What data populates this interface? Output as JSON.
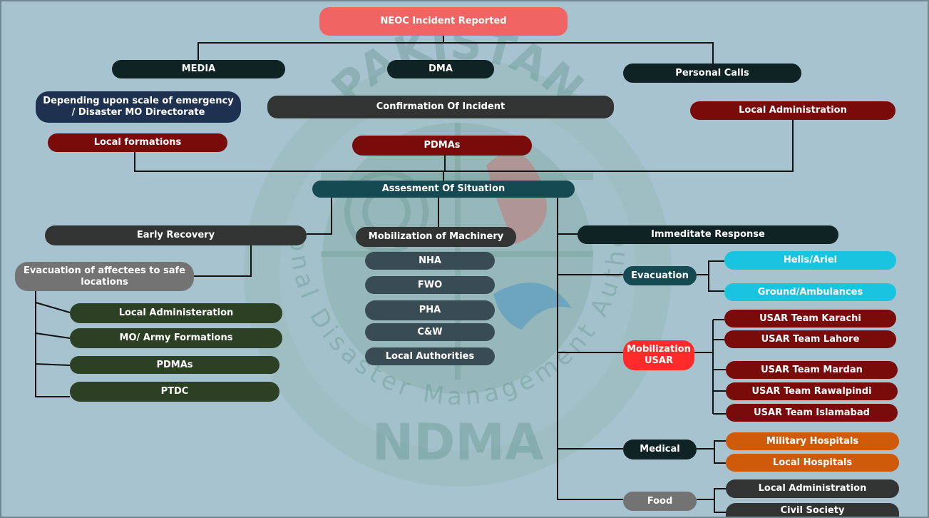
{
  "watermark": {
    "top_text": "PAKISTAN",
    "ring_text": "National Disaster Management Authority",
    "bottom_text": "NDMA"
  },
  "colors": {
    "background": "#a7c3cf",
    "incident": "#f06464",
    "media_row": "#0f2224",
    "maroon": "#7a0b0b",
    "assessment": "#154a52",
    "machinery": "#394c54",
    "recovery_items": "#2c4023",
    "helis": "#18c4e0",
    "usar_label": "#ff2a2a",
    "hospitals": "#cf5a09"
  },
  "diagram": {
    "root": "NEOC Incident Reported",
    "sources": {
      "media": "MEDIA",
      "dma": "DMA",
      "personal_calls": "Personal Calls"
    },
    "directorate": "Depending upon scale of emergency / Disaster MO Directorate",
    "local_formations": "Local formations",
    "confirmation": "Confirmation Of Incident",
    "pdmas_top": "PDMAs",
    "local_admin_top": "Local Administration",
    "assessment": "Assesment Of Situation",
    "early_recovery": "Early Recovery",
    "evacuation_affectees": "Evacuation of affectees to safe locations",
    "recovery_items": [
      "Local Administeration",
      "MO/ Army Formations",
      "PDMAs",
      "PTDC"
    ],
    "machinery": "Mobilization of Machinery",
    "machinery_items": [
      "NHA",
      "FWO",
      "PHA",
      "C&W",
      "Local Authorities"
    ],
    "immediate_response": "Immeditate Response",
    "evacuation": "Evacuation",
    "evacuation_items": [
      "Helis/Ariel",
      "Ground/Ambulances"
    ],
    "usar": "Mobilization USAR",
    "usar_items": [
      "USAR Team Karachi",
      "USAR Team Lahore",
      "USAR Team Mardan",
      "USAR Team Rawalpindi",
      "USAR Team Islamabad"
    ],
    "medical": "Medical",
    "medical_items": [
      "Military Hospitals",
      "Local Hospitals"
    ],
    "food": "Food",
    "food_items": [
      "Local Administration",
      "Civil Society"
    ]
  }
}
